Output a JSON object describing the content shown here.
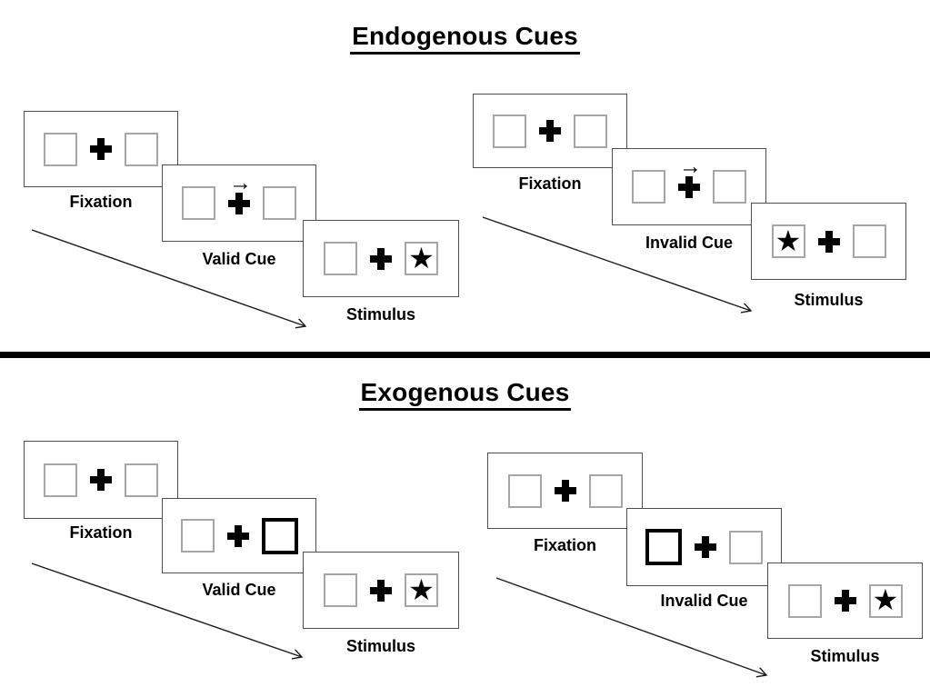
{
  "endogenous": {
    "title": "Endogenous Cues",
    "cue_style": "central arrow above fixation cross",
    "valid": {
      "steps": [
        "Fixation",
        "Valid Cue",
        "Stimulus"
      ],
      "cue_direction": "right",
      "stimulus_side": "right"
    },
    "invalid": {
      "steps": [
        "Fixation",
        "Invalid Cue",
        "Stimulus"
      ],
      "cue_direction": "right",
      "stimulus_side": "left"
    }
  },
  "exogenous": {
    "title": "Exogenous Cues",
    "cue_style": "peripheral thick-bordered box",
    "valid": {
      "steps": [
        "Fixation",
        "Valid Cue",
        "Stimulus"
      ],
      "cued_box": "right",
      "stimulus_side": "right"
    },
    "invalid": {
      "steps": [
        "Fixation",
        "Invalid Cue",
        "Stimulus"
      ],
      "cued_box": "left",
      "stimulus_side": "right"
    }
  },
  "glyphs": {
    "star": "★",
    "cue_arrow": "→"
  },
  "colors": {
    "ink": "#000000",
    "panel_border": "#4d4d4d",
    "box_border": "#a6a6a6",
    "background": "#ffffff"
  }
}
